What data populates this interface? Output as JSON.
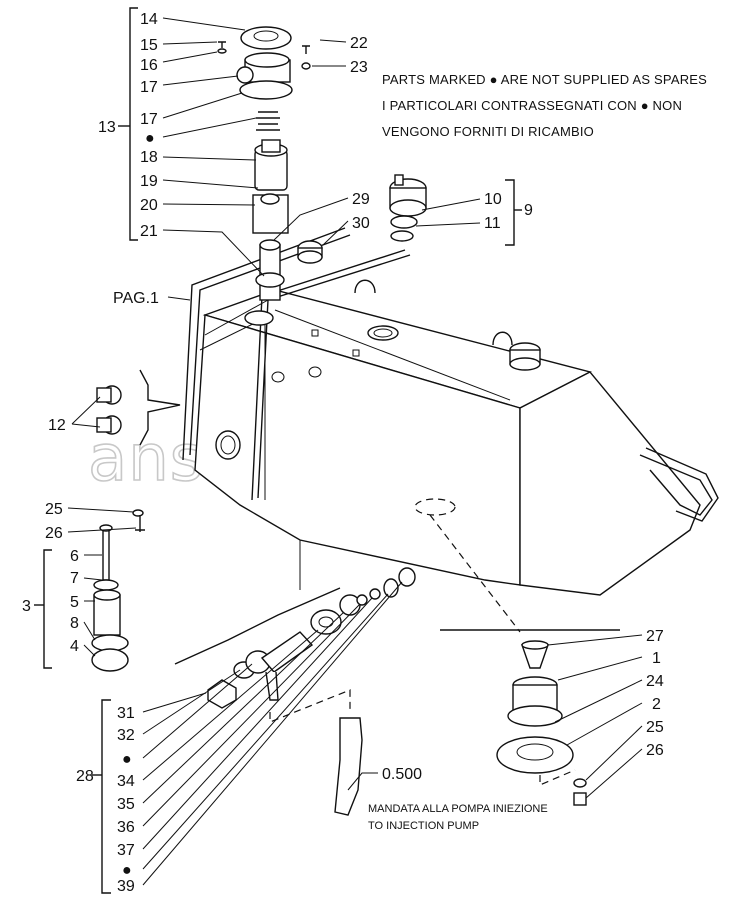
{
  "notes": {
    "line1": "PARTS MARKED ● ARE NOT SUPPLIED AS SPARES",
    "line2": "I  PARTICOLARI CONTRASSEGNATI CON  ●  NON",
    "line3": "VENGONO FORNITI DI RICAMBIO"
  },
  "ref": {
    "page": "PAG.1",
    "pipe_code": "0.500",
    "pipe_it": "MANDATA ALLA POMPA INIEZIONE",
    "pipe_en": "TO INJECTION PUMP"
  },
  "watermark": "ansat-parts.ru",
  "bullet": "●",
  "labels": {
    "p14": "14",
    "p15": "15",
    "p16": "16",
    "p17a": "17",
    "p17b": "17",
    "p18": "18",
    "p19": "19",
    "p20": "20",
    "p21": "21",
    "p13": "13",
    "p22": "22",
    "p23": "23",
    "p29": "29",
    "p30": "30",
    "p10": "10",
    "p11": "11",
    "p9": "9",
    "p12": "12",
    "p25a": "25",
    "p26a": "26",
    "p6": "6",
    "p7": "7",
    "p5": "5",
    "p8": "8",
    "p4": "4",
    "p3": "3",
    "p31": "31",
    "p32": "32",
    "p34": "34",
    "p35": "35",
    "p36": "36",
    "p37": "37",
    "p39": "39",
    "p28": "28",
    "p27": "27",
    "p1": "1",
    "p24": "24",
    "p2": "2",
    "p25b": "25",
    "p26b": "26"
  }
}
